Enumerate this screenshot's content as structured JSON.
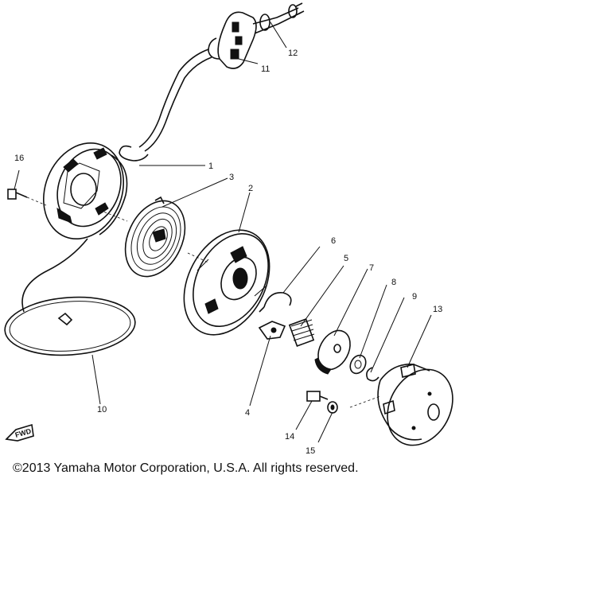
{
  "diagram": {
    "part_labels": [
      {
        "id": "1",
        "text": "1"
      },
      {
        "id": "2",
        "text": "2"
      },
      {
        "id": "3",
        "text": "3"
      },
      {
        "id": "4",
        "text": "4"
      },
      {
        "id": "5",
        "text": "5"
      },
      {
        "id": "6",
        "text": "6"
      },
      {
        "id": "7",
        "text": "7"
      },
      {
        "id": "8",
        "text": "8"
      },
      {
        "id": "9",
        "text": "9"
      },
      {
        "id": "10",
        "text": "10"
      },
      {
        "id": "11",
        "text": "11"
      },
      {
        "id": "12",
        "text": "12"
      },
      {
        "id": "13",
        "text": "13"
      },
      {
        "id": "14",
        "text": "14"
      },
      {
        "id": "15",
        "text": "15"
      },
      {
        "id": "16",
        "text": "16"
      }
    ],
    "direction_marker": "FWD"
  },
  "footer": {
    "copyright": "©2013 Yamaha Motor Corporation, U.S.A. All rights reserved."
  }
}
